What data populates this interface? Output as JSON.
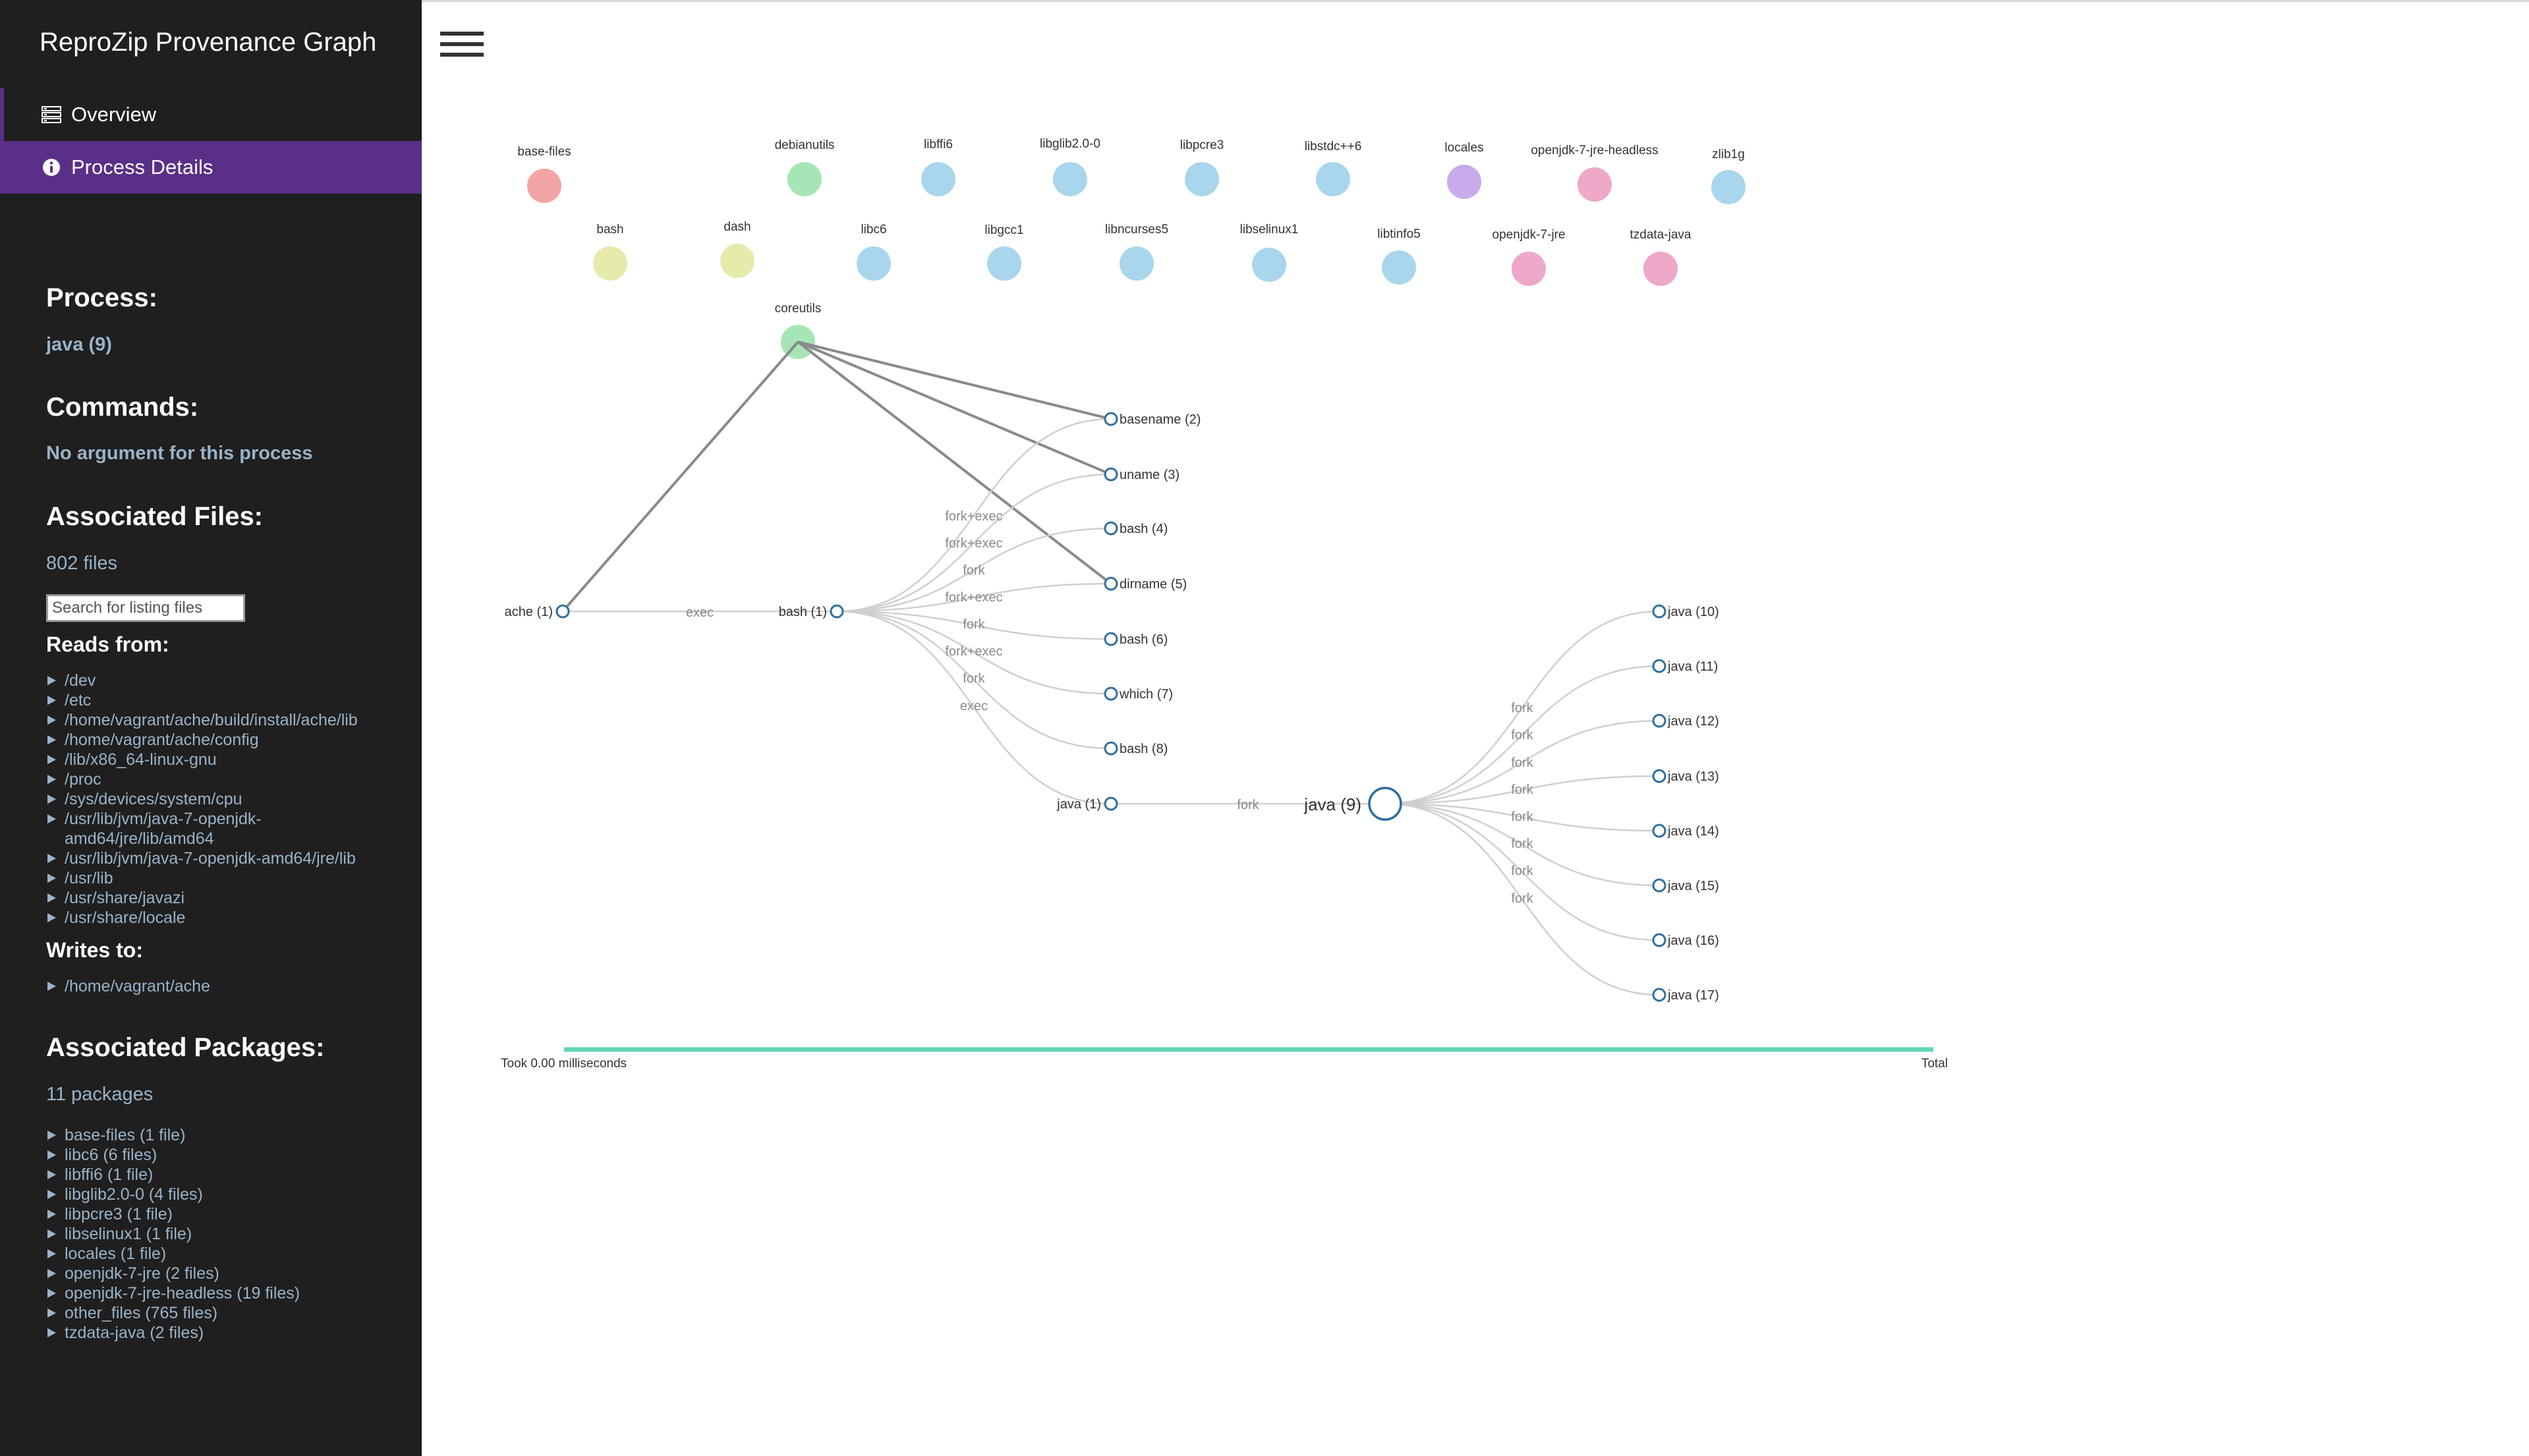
{
  "app": {
    "title": "ReproZip Provenance Graph"
  },
  "nav": [
    {
      "label": "Overview",
      "icon": "list-icon",
      "active": false
    },
    {
      "label": "Process Details",
      "icon": "info-icon",
      "active": true
    }
  ],
  "details": {
    "process_heading": "Process:",
    "process_name": "java (9)",
    "commands_heading": "Commands:",
    "commands_value": "No argument for this process",
    "files_heading": "Associated Files:",
    "files_count": "802 files",
    "search_placeholder": "Search for listing files",
    "reads_heading": "Reads from:",
    "reads": [
      "/dev",
      "/etc",
      "/home/vagrant/ache/build/install/ache/lib",
      "/home/vagrant/ache/config",
      "/lib/x86_64-linux-gnu",
      "/proc",
      "/sys/devices/system/cpu",
      "/usr/lib/jvm/java-7-openjdk-amd64/jre/lib/amd64",
      "/usr/lib/jvm/java-7-openjdk-amd64/jre/lib",
      "/usr/lib",
      "/usr/share/javazi",
      "/usr/share/locale"
    ],
    "writes_heading": "Writes to:",
    "writes": [
      "/home/vagrant/ache"
    ],
    "packages_heading": "Associated Packages:",
    "packages_count": "11 packages",
    "packages": [
      "base-files (1 file)",
      "libc6 (6 files)",
      "libffi6 (1 file)",
      "libglib2.0-0 (4 files)",
      "libpcre3 (1 file)",
      "libselinux1 (1 file)",
      "locales (1 file)",
      "openjdk-7-jre (2 files)",
      "openjdk-7-jre-headless (19 files)",
      "other_files (765 files)",
      "tzdata-java (2 files)"
    ]
  },
  "graph": {
    "package_colors": {
      "red": "#f2a5a5",
      "green": "#a6e6b6",
      "blue": "#a9d6ec",
      "yellow": "#e6ebac",
      "purple": "#c9aaeb",
      "pink": "#eea8c8"
    },
    "packages": [
      {
        "name": "base-files",
        "color": "red"
      },
      {
        "name": "debianutils",
        "color": "green"
      },
      {
        "name": "libffi6",
        "color": "blue"
      },
      {
        "name": "libglib2.0-0",
        "color": "blue"
      },
      {
        "name": "libpcre3",
        "color": "blue"
      },
      {
        "name": "libstdc++6",
        "color": "blue"
      },
      {
        "name": "locales",
        "color": "purple"
      },
      {
        "name": "openjdk-7-jre-headless",
        "color": "pink"
      },
      {
        "name": "zlib1g",
        "color": "blue"
      },
      {
        "name": "bash",
        "color": "yellow"
      },
      {
        "name": "dash",
        "color": "yellow"
      },
      {
        "name": "libc6",
        "color": "blue"
      },
      {
        "name": "libgcc1",
        "color": "blue"
      },
      {
        "name": "libncurses5",
        "color": "blue"
      },
      {
        "name": "libselinux1",
        "color": "blue"
      },
      {
        "name": "libtinfo5",
        "color": "blue"
      },
      {
        "name": "openjdk-7-jre",
        "color": "pink"
      },
      {
        "name": "tzdata-java",
        "color": "pink"
      },
      {
        "name": "coreutils",
        "color": "green"
      }
    ],
    "processes": [
      "ache (1)",
      "bash (1)",
      "basename (2)",
      "uname (3)",
      "bash (4)",
      "dirname (5)",
      "bash (6)",
      "which (7)",
      "bash (8)",
      "java (1)",
      "java (9)",
      "java (10)",
      "java (11)",
      "java (12)",
      "java (13)",
      "java (14)",
      "java (15)",
      "java (16)",
      "java (17)"
    ],
    "edge_labels": {
      "ache_bash": "exec",
      "bash_children": [
        "fork+exec",
        "fork+exec",
        "fork",
        "fork+exec",
        "fork",
        "fork+exec",
        "fork",
        "exec"
      ],
      "java1_java9": "fork",
      "java9_children": [
        "fork",
        "fork",
        "fork",
        "fork",
        "fork",
        "fork",
        "fork",
        "fork"
      ]
    },
    "timeline": {
      "left": "Took 0.00 milliseconds",
      "right": "Total",
      "color": "#62d6b6"
    }
  }
}
